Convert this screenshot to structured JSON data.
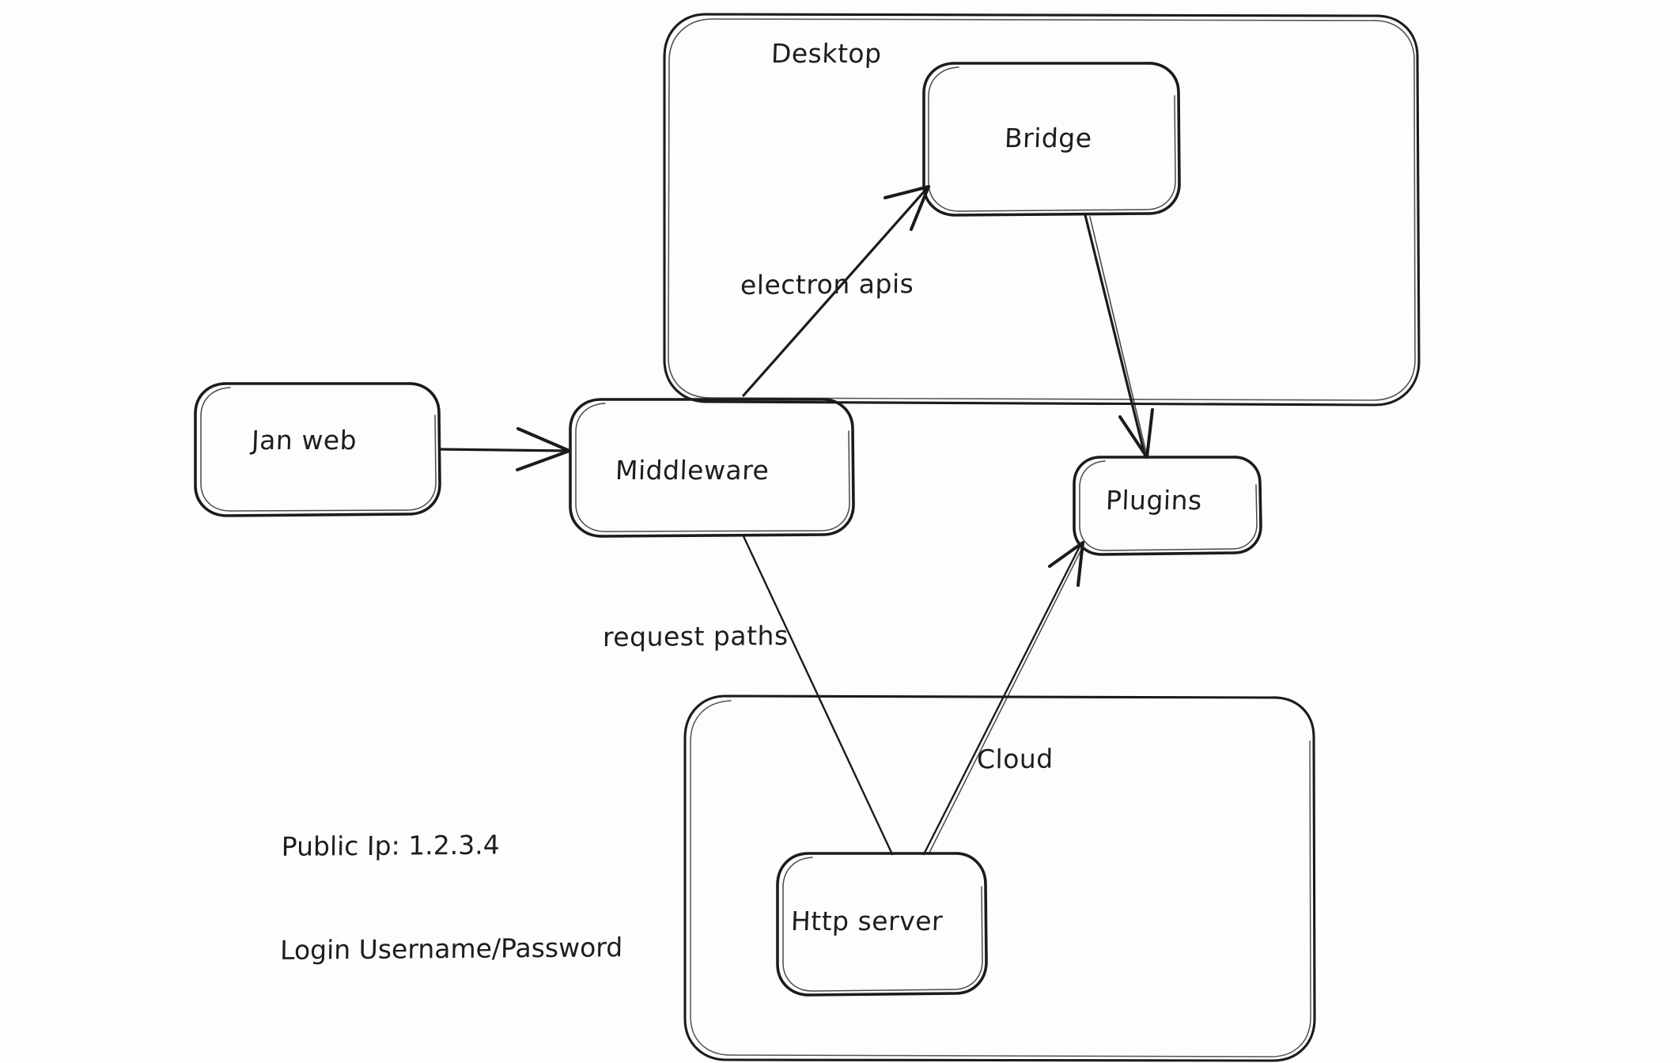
{
  "diagram": {
    "style": "hand-drawn whiteboard architecture diagram",
    "background_color": "#fdfdfd",
    "stroke_color": "#1b1b1b",
    "containers": [
      {
        "id": "desktop",
        "label": "Desktop"
      },
      {
        "id": "cloud",
        "label": "Cloud"
      }
    ],
    "nodes": [
      {
        "id": "jan-web",
        "label": "Jan web"
      },
      {
        "id": "middleware",
        "label": "Middleware"
      },
      {
        "id": "bridge",
        "label": "Bridge"
      },
      {
        "id": "plugins",
        "label": "Plugins"
      },
      {
        "id": "http-server",
        "label": "Http server"
      }
    ],
    "edges": [
      {
        "id": "jan-web-to-middleware",
        "from": "Jan web",
        "to": "Middleware",
        "label": ""
      },
      {
        "id": "middleware-to-bridge",
        "from": "Middleware",
        "to": "Bridge",
        "label": "electron apis"
      },
      {
        "id": "bridge-to-plugins",
        "from": "Bridge",
        "to": "Plugins",
        "label": ""
      },
      {
        "id": "middleware-to-http-server",
        "from": "Middleware",
        "to": "Http server",
        "label": "request paths"
      },
      {
        "id": "http-server-to-plugins",
        "from": "Http server",
        "to": "Plugins",
        "label": ""
      }
    ],
    "notes": {
      "id": "server-credentials-note",
      "lines": [
        "Public Ip: 1.2.3.4",
        "Login Username/Password"
      ]
    }
  }
}
